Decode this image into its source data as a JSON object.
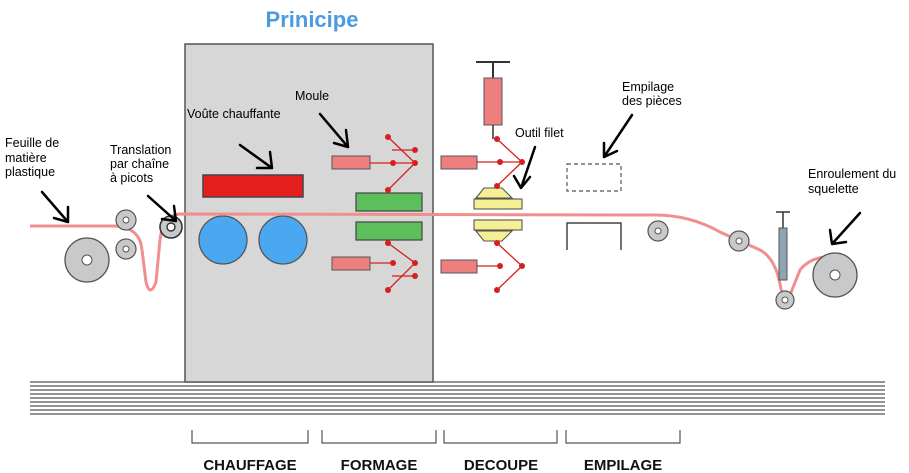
{
  "title": "Prinicipe",
  "labels": {
    "feuille": [
      "Feuille de",
      "matière",
      "plastique"
    ],
    "translation": [
      "Translation",
      "par chaîne",
      "à picots"
    ],
    "voute": "Voûte chauffante",
    "moule": "Moule",
    "outil": "Outil filet",
    "empilage_pieces": [
      "Empilage",
      "des pièces"
    ],
    "enroulement": [
      "Enroulement du",
      "squelette"
    ]
  },
  "stages": [
    "CHAUFFAGE",
    "FORMAGE",
    "DECOUPE",
    "EMPILAGE"
  ],
  "colors": {
    "title": "#4a9be0",
    "sheet": "#f08f8f",
    "heater": "#e41d1d",
    "mould": "#5cbf5c",
    "tool": "#f4f093",
    "actuator": "#ef7f7f",
    "joint": "#d42020",
    "roller": "#c9c9c9",
    "drum": "#4aa8f0",
    "cabinet": "#d7d7d7"
  }
}
